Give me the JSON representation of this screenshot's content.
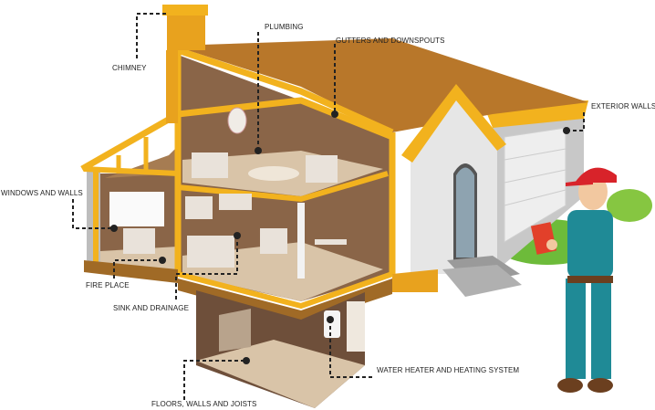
{
  "labels": {
    "chimney": "CHIMNEY",
    "plumbing": "PLUMBING",
    "gutters": "GUTTERS AND DOWNSPOUTS",
    "exterior_walls": "EXTERIOR WALLS",
    "windows_walls": "WINDOWS AND WALLS",
    "fire_place": "FIRE PLACE",
    "sink_drainage": "SINK AND DRAINAGE",
    "water_heater": "WATER HEATER AND HEATING SYSTEM",
    "floors": "FLOORS, WALLS AND JOISTS"
  },
  "colors": {
    "roof": "#b8772a",
    "trim": "#f2b21e",
    "interior_wall": "#8a6548",
    "floor": "#d9c4a8",
    "exterior_wall": "#bdbdbd",
    "worker_uniform": "#1f8a96",
    "worker_cap": "#d8232a"
  }
}
